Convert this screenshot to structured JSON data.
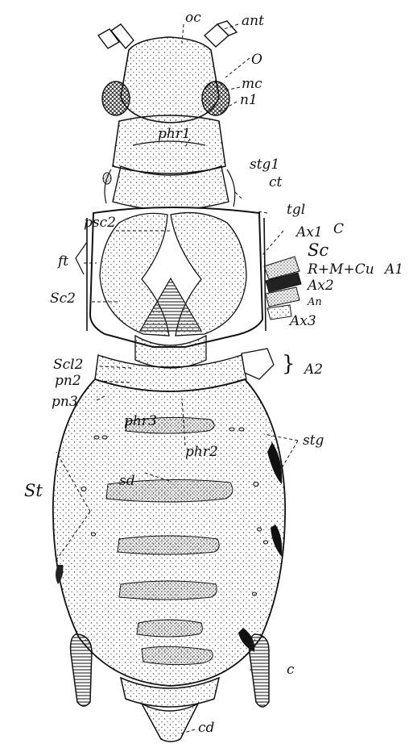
{
  "figure": {
    "labels": {
      "oc": "oc",
      "ant": "ant",
      "o": "O",
      "mc": "mc",
      "n1": "n1",
      "phr1": "phr1",
      "stg1": "stg1",
      "ct": "ct",
      "psc2": "psc2",
      "tgl": "tgl",
      "ax1": "Ax1",
      "c_wing": "C",
      "ft": "ft",
      "sc_wing": "Sc",
      "sc2": "Sc2",
      "rmcu": "R+M+Cu",
      "a1": "A1",
      "ax2": "Ax2",
      "an": "An",
      "ax3": "Ax3",
      "scl2": "Scl2",
      "pn2": "pn2",
      "a2": "A2",
      "pn3": "pn3",
      "phr3": "phr3",
      "phr2": "phr2",
      "stg": "stg",
      "st": "St",
      "sd": "sd",
      "c_cerci": "c",
      "cd": "cd"
    }
  }
}
